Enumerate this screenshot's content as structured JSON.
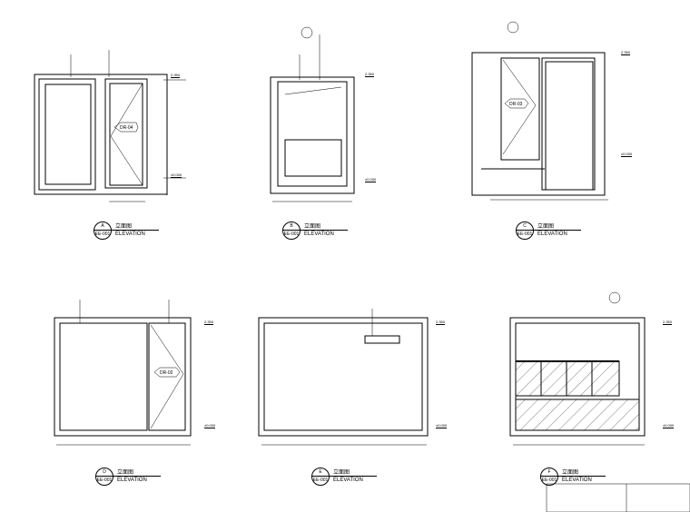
{
  "drawing": {
    "elevations": [
      {
        "letter": "A",
        "sheet": "EE-001",
        "title": "立面图",
        "subtitle": "ELEVATION",
        "door_tag": "DR-04"
      },
      {
        "letter": "B",
        "sheet": "EE-001",
        "title": "立面图",
        "subtitle": "ELEVATION",
        "door_tag": ""
      },
      {
        "letter": "C",
        "sheet": "EE-001",
        "title": "立面图",
        "subtitle": "ELEVATION",
        "door_tag": "DR-03"
      },
      {
        "letter": "D",
        "sheet": "EE-001",
        "title": "立面图",
        "subtitle": "ELEVATION",
        "door_tag": "DR-02"
      },
      {
        "letter": "E",
        "sheet": "EE-001",
        "title": "立面图",
        "subtitle": "ELEVATION",
        "door_tag": ""
      },
      {
        "letter": "F",
        "sheet": "EE-001",
        "title": "立面图",
        "subtitle": "ELEVATION",
        "door_tag": ""
      }
    ],
    "levels": {
      "ceiling": "2.350",
      "floor": "±0.000"
    }
  }
}
